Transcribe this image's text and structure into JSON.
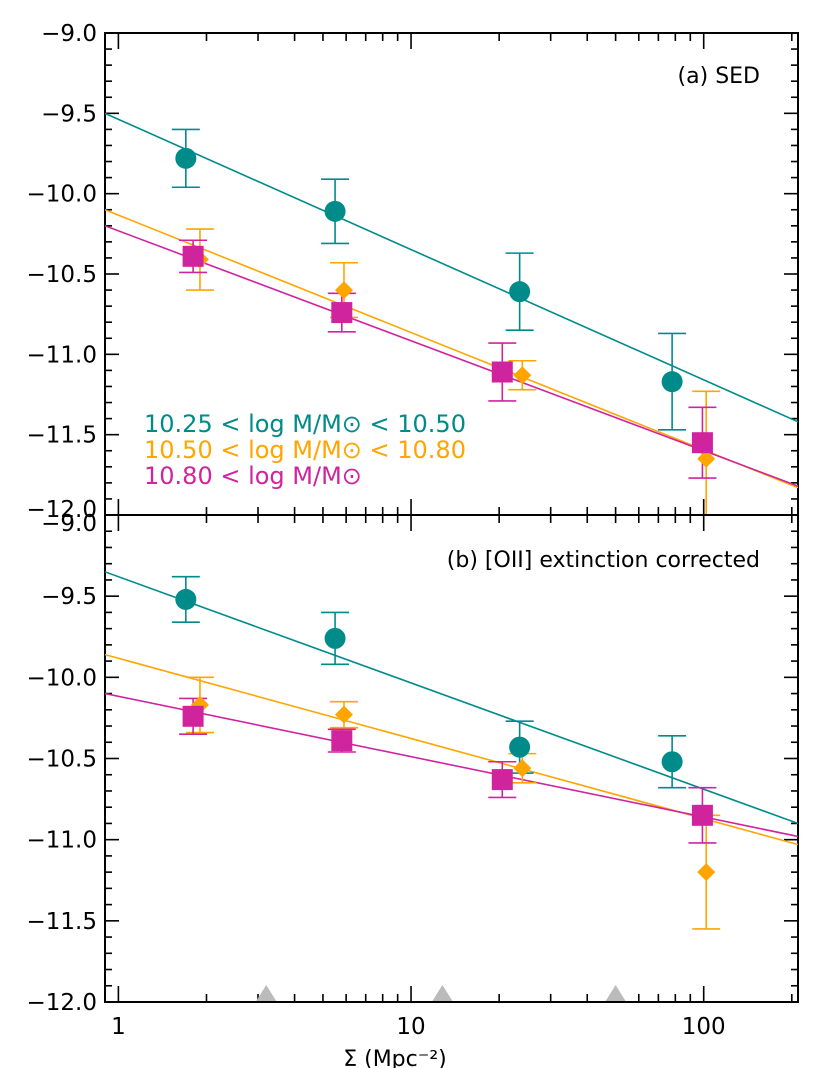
{
  "colors": {
    "teal": "#008B8B",
    "orange": "#FFA500",
    "magenta": "#D0249F",
    "axis": "#000000",
    "marker_gray": "#BBBBBB"
  },
  "chart_data": [
    {
      "type": "scatter",
      "panel_label": "(a) SED",
      "xscale": "log",
      "xlim": [
        0.9,
        210
      ],
      "ylim": [
        -12.0,
        -9.0
      ],
      "xticks": [
        "1",
        "10",
        "100"
      ],
      "yticks": [
        "-9.0",
        "-9.5",
        "-10.0",
        "-10.5",
        "-11.0",
        "-11.5",
        "-12.0"
      ],
      "xlabel": "",
      "ylabel": "",
      "grid": false,
      "legend_position": "lower-left",
      "series": [
        {
          "name": "10.25 < log M/M⊙ < 10.50",
          "color_key": "teal",
          "marker": "circle",
          "x": [
            1.7,
            5.5,
            23.5,
            78
          ],
          "y": [
            -9.78,
            -10.11,
            -10.61,
            -11.17
          ],
          "yerr": [
            0.18,
            0.2,
            0.24,
            0.3
          ],
          "fit": {
            "x": [
              0.9,
              210
            ],
            "y": [
              -9.5,
              -11.42
            ]
          }
        },
        {
          "name": "10.50 < log M/M⊙ < 10.80",
          "color_key": "orange",
          "marker": "diamond",
          "x": [
            1.9,
            5.9,
            24,
            102
          ],
          "y": [
            -10.41,
            -10.6,
            -11.13,
            -11.65
          ],
          "yerr": [
            0.19,
            0.17,
            0.09,
            0.42
          ],
          "fit": {
            "x": [
              0.9,
              210
            ],
            "y": [
              -10.1,
              -11.83
            ]
          }
        },
        {
          "name": "10.80 < log M/M⊙",
          "color_key": "magenta",
          "marker": "square",
          "x": [
            1.8,
            5.8,
            20.5,
            99
          ],
          "y": [
            -10.39,
            -10.74,
            -11.11,
            -11.55
          ],
          "yerr": [
            0.1,
            0.12,
            0.18,
            0.22
          ],
          "fit": {
            "x": [
              0.9,
              210
            ],
            "y": [
              -10.2,
              -11.82
            ]
          }
        }
      ]
    },
    {
      "type": "scatter",
      "panel_label": "(b) [OII] extinction corrected",
      "xscale": "log",
      "xlim": [
        0.9,
        210
      ],
      "ylim": [
        -12.0,
        -9.0
      ],
      "xticks": [
        "1",
        "10",
        "100"
      ],
      "yticks": [
        "-9.0",
        "-9.5",
        "-10.0",
        "-10.5",
        "-11.0",
        "-11.5",
        "-12.0"
      ],
      "xlabel": "Σ (Mpc⁻²)",
      "ylabel": "",
      "grid": false,
      "markers_on_x_axis": [
        3.2,
        12.8,
        50
      ],
      "series": [
        {
          "name": "10.25 < log M/M⊙ < 10.50",
          "color_key": "teal",
          "marker": "circle",
          "x": [
            1.7,
            5.5,
            23.5,
            78
          ],
          "y": [
            -9.52,
            -9.76,
            -10.43,
            -10.52
          ],
          "yerr": [
            0.14,
            0.16,
            0.16,
            0.16
          ],
          "fit": {
            "x": [
              0.9,
              210
            ],
            "y": [
              -9.35,
              -10.9
            ]
          }
        },
        {
          "name": "10.50 < log M/M⊙ < 10.80",
          "color_key": "orange",
          "marker": "diamond",
          "x": [
            1.9,
            5.9,
            24,
            102
          ],
          "y": [
            -10.17,
            -10.23,
            -10.56,
            -11.2
          ],
          "yerr": [
            0.17,
            0.08,
            0.09,
            0.35
          ],
          "fit": {
            "x": [
              0.9,
              210
            ],
            "y": [
              -9.86,
              -11.03
            ]
          }
        },
        {
          "name": "10.80 < log M/M⊙",
          "color_key": "magenta",
          "marker": "square",
          "x": [
            1.8,
            5.8,
            20.5,
            99
          ],
          "y": [
            -10.24,
            -10.39,
            -10.63,
            -10.85
          ],
          "yerr": [
            0.11,
            0.07,
            0.11,
            0.17
          ],
          "fit": {
            "x": [
              0.9,
              210
            ],
            "y": [
              -10.1,
              -10.98
            ]
          }
        }
      ]
    }
  ],
  "legend": {
    "entries": [
      {
        "text": "10.25 < log M/M⊙ < 10.50",
        "color_key": "teal"
      },
      {
        "text": "10.50 < log M/M⊙ < 10.80",
        "color_key": "orange"
      },
      {
        "text": "10.80 < log M/M⊙",
        "color_key": "magenta"
      }
    ]
  }
}
